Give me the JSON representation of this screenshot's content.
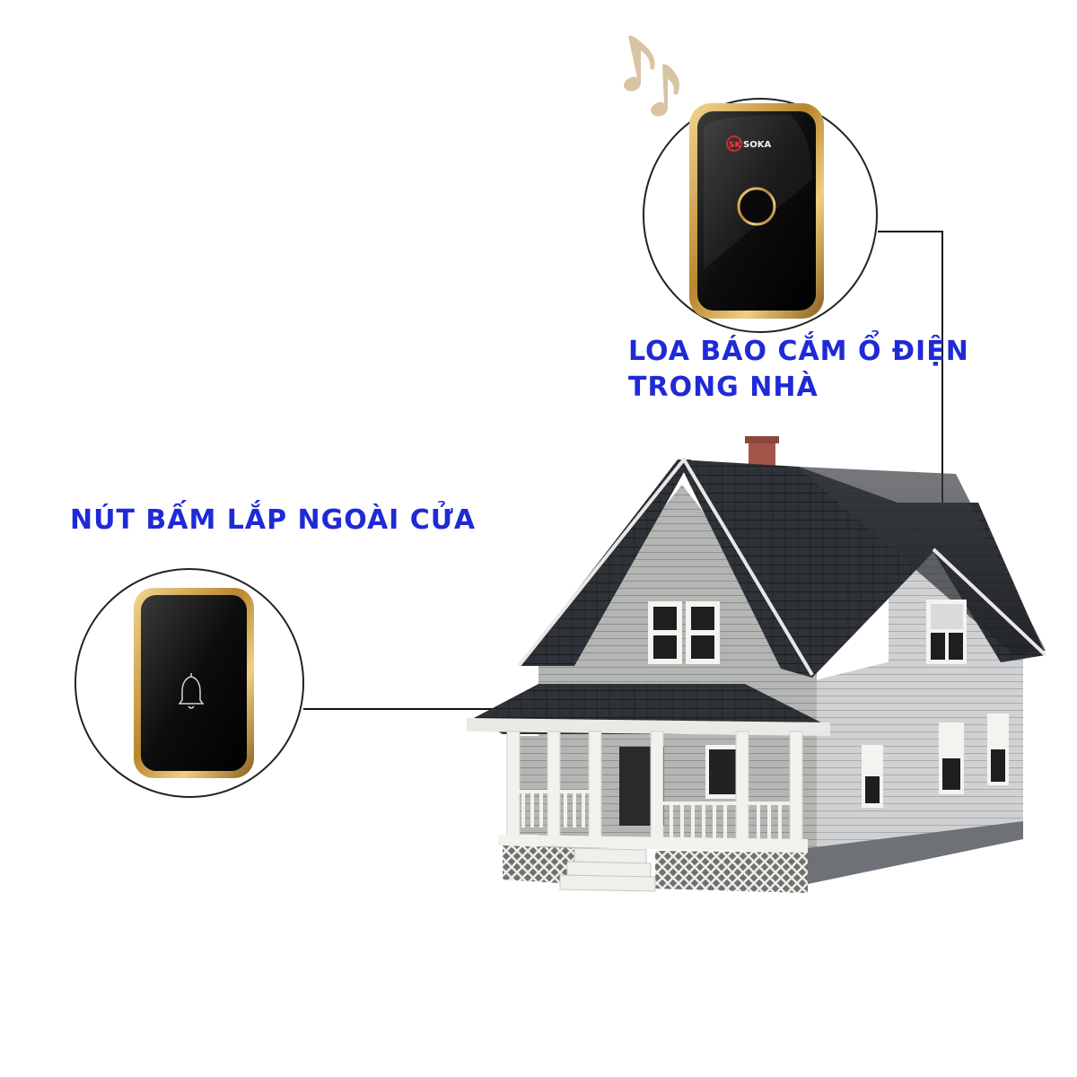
{
  "labels": {
    "speaker_line1": "LOA BÁO CẮM Ổ ĐIỆN",
    "speaker_line2": "TRONG NHÀ",
    "button": "NÚT BẤM LẮP NGOÀI CỬA"
  },
  "speaker": {
    "brand_mark": "SK",
    "brand_name": "SOKA"
  },
  "icons": {
    "music_notes": "music-notes-icon",
    "bell": "bell-icon"
  },
  "colors": {
    "label_blue": "#1f2ad6",
    "gold": "#c9a24a",
    "device_black": "#111111",
    "roof": "#2c2e33",
    "siding": "#b7b9b6",
    "trim": "#f2f2ee"
  }
}
